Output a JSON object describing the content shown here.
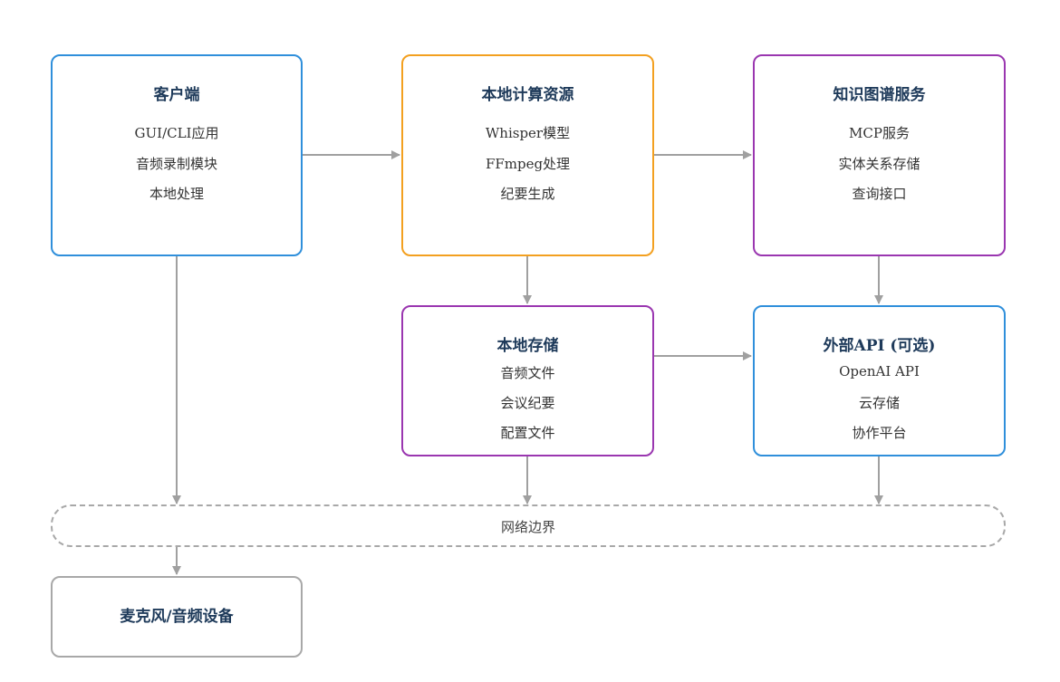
{
  "nodes": {
    "client": {
      "title": "客户端",
      "items": [
        "GUI/CLI应用",
        "音频录制模块",
        "本地处理"
      ],
      "border_color": "#2f8fdb"
    },
    "compute": {
      "title": "本地计算资源",
      "items": [
        "Whisper模型",
        "FFmpeg处理",
        "纪要生成"
      ],
      "border_color": "#f3a020"
    },
    "knowledge_graph": {
      "title": "知识图谱服务",
      "items": [
        "MCP服务",
        "实体关系存储",
        "查询接口"
      ],
      "border_color": "#9a36b0"
    },
    "storage": {
      "title": "本地存储",
      "items": [
        "音频文件",
        "会议纪要",
        "配置文件"
      ],
      "border_color": "#9a36b0"
    },
    "external": {
      "title": "外部API (可选)",
      "items": [
        "OpenAI API",
        "云存储",
        "协作平台"
      ],
      "border_color": "#2f8fdb"
    },
    "mic": {
      "title": "麦克风/音频设备",
      "border_color": "#a8a8a8"
    }
  },
  "boundary": {
    "label": "网络边界"
  },
  "edges": [
    {
      "from": "client",
      "to": "compute"
    },
    {
      "from": "compute",
      "to": "knowledge_graph"
    },
    {
      "from": "compute",
      "to": "storage"
    },
    {
      "from": "knowledge_graph",
      "to": "external"
    },
    {
      "from": "storage",
      "to": "external"
    },
    {
      "from": "client",
      "to": "boundary"
    },
    {
      "from": "storage",
      "to": "boundary"
    },
    {
      "from": "external",
      "to": "boundary"
    },
    {
      "from": "boundary",
      "to": "mic"
    }
  ],
  "colors": {
    "edge": "#a0a0a0",
    "title_text": "#1e3a5a",
    "item_text": "#333333"
  }
}
